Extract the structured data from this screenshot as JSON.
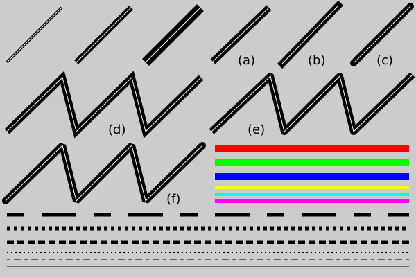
{
  "background": "#cccccc",
  "labels": {
    "a": "(a)",
    "b": "(b)",
    "c": "(c)",
    "d": "(d)",
    "e": "(e)",
    "f": "(f)"
  },
  "line_samples": {
    "diagonal_widths": [
      "thin",
      "medium",
      "thick"
    ],
    "cap_styles": [
      "butt",
      "square",
      "round"
    ],
    "join_styles": [
      "miter",
      "round",
      "bevel"
    ]
  },
  "color_bars": [
    {
      "name": "red",
      "color": "#ff0000"
    },
    {
      "name": "green",
      "color": "#00ff00"
    },
    {
      "name": "blue",
      "color": "#0000ff"
    },
    {
      "name": "yellow",
      "color": "#ffff00"
    },
    {
      "name": "cyan",
      "color": "#00ffff"
    },
    {
      "name": "magenta",
      "color": "#ff00ff"
    }
  ],
  "dash_styles": [
    "long-short dash",
    "dotted square",
    "dashed",
    "fine dotted",
    "dash-dot",
    "solid"
  ]
}
